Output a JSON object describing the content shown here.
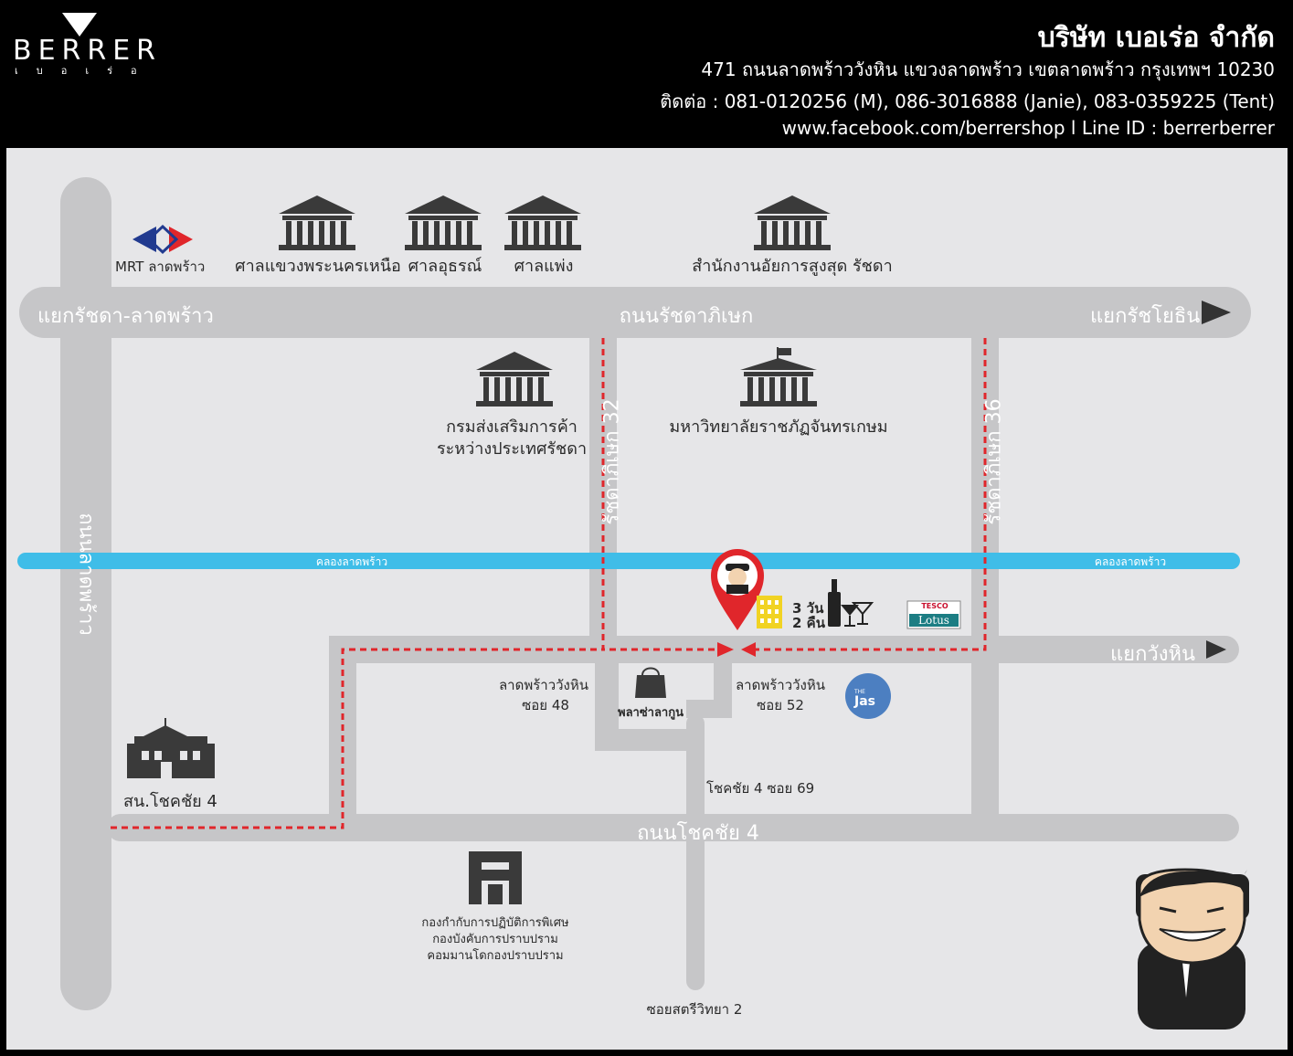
{
  "header": {
    "logo": "BERRER",
    "logo_sub": "เบอเร่อ",
    "company": "บริษัท เบอเร่อ จำกัด",
    "address": "471 ถนนลาดพร้าววังหิน แขวงลาดพร้าว เขตลาดพร้าว กรุงเทพฯ 10230",
    "contact": "ติดต่อ : 081-0120256 (M), 086-3016888 (Janie), 083-0359225 (Tent)",
    "social": "www.facebook.com/berrershop l Line ID : berrerberrer"
  },
  "roads": {
    "ratchada_ladprao_junction": "แยกรัชดา-ลาดพร้าว",
    "ratchadaphisek": "ถนนรัชดาภิเษก",
    "ratchayothin_junction": "แยกรัชโยธิน",
    "ladprao_road": "ถนนลาดพร้าว",
    "soi32": "รัชดาภิเษก 32",
    "soi36": "รัชดาภิเษก 36",
    "wanghin_junction": "แยกวังหิน",
    "chokchai4_road": "ถนนโชคชัย 4",
    "soi48_line1": "ลาดพร้าววังหิน",
    "soi48_line2": "ซอย 48",
    "soi52_line1": "ลาดพร้าววังหิน",
    "soi52_line2": "ซอย 52",
    "chokchai4_soi69": "โชคชัย 4 ซอย 69",
    "soi_satri": "ซอยสตรีวิทยา 2"
  },
  "canal": {
    "left": "คลองลาดพร้าว",
    "right": "คลองลาดพร้าว"
  },
  "landmarks": {
    "mrt": "MRT ลาดพร้าว",
    "court_north": "ศาลแขวงพระนครเหนือ",
    "court_appeal": "ศาลอุธรณ์",
    "civil_court": "ศาลแพ่ง",
    "attorney": "สำนักงานอัยการสูงสุด รัชดา",
    "dep_line1": "กรมส่งเสริมการค้า",
    "dep_line2": "ระหว่างประเทศรัชดา",
    "university": "มหาวิทยาลัยราชภัฏจันทรเกษม",
    "hotel_line1": "3 วัน",
    "hotel_line2": "2 คืน",
    "tesco_top": "TESCO",
    "tesco_bottom": "Lotus",
    "plaza": "พลาซ่าลากูน",
    "the_jas_top": "THE",
    "the_jas": "Jas",
    "police": "สน.โชคชัย 4",
    "military_line1": "กองกำกับการปฏิบัติการพิเศษ",
    "military_line2": "กองบังคับการปราบปราม",
    "military_line3": "คอมมานโดกองปราบปราม"
  },
  "colors": {
    "road": "#c6c6c8",
    "canal": "#3fbde8",
    "route": "#e0262b",
    "pin": "#e0262b",
    "icon": "#3a3a3a"
  }
}
